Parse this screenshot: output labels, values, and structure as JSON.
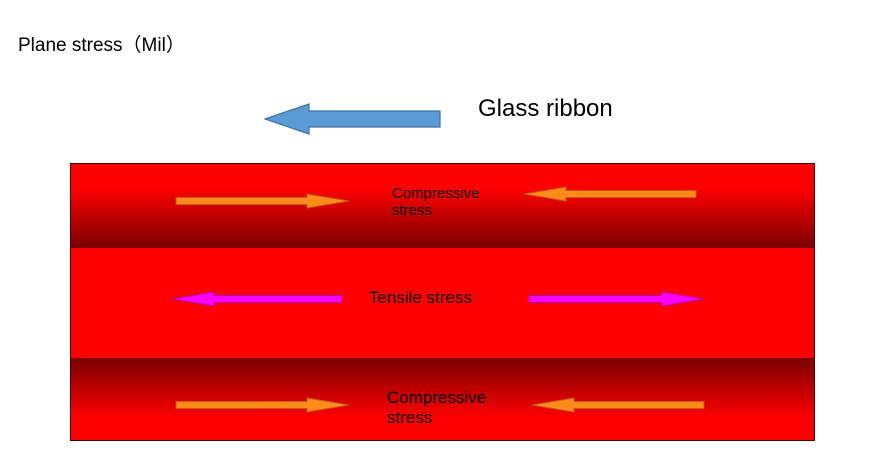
{
  "heading": "Plane stress（Mil）",
  "ribbon": {
    "label": "Glass ribbon",
    "arrow_color": "#5b9bd5",
    "arrow_direction": "left"
  },
  "layers": {
    "top": {
      "label_line1": "Compressive",
      "label_line2": "stress",
      "arrows": [
        "right-pointing",
        "left-pointing"
      ],
      "arrow_color": "#ff8c1a"
    },
    "middle": {
      "label": "Tensile stress",
      "arrows": [
        "left-pointing",
        "right-pointing"
      ],
      "arrow_color": "#ff00ff"
    },
    "bottom": {
      "label_line1": "Compressive",
      "label_line2": "stress",
      "arrows": [
        "right-pointing",
        "left-pointing"
      ],
      "arrow_color": "#ff8c1a"
    }
  },
  "colors": {
    "layer_red": "#ff0000",
    "layer_dark": "#7a0000"
  }
}
